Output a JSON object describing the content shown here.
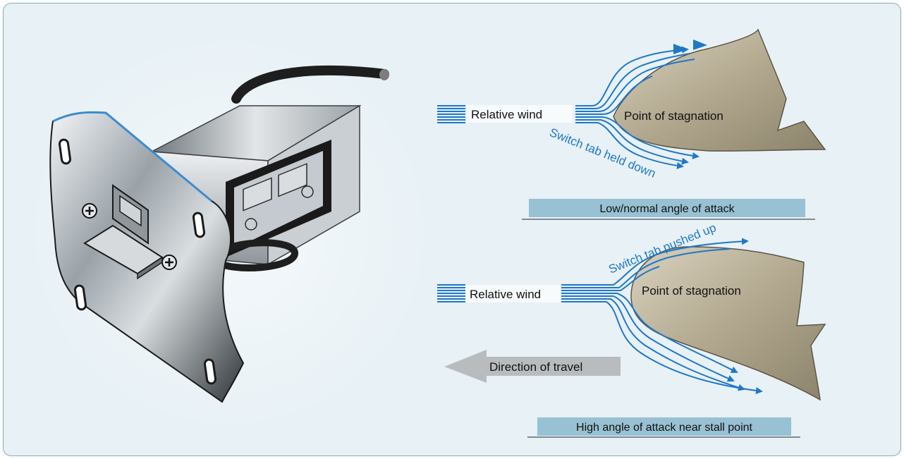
{
  "top_diagram": {
    "relative_wind": "Relative wind",
    "stagnation": "Point of stagnation",
    "switch_label": "Switch tab held down",
    "caption": "Low/normal angle of attack"
  },
  "bottom_diagram": {
    "relative_wind": "Relative wind",
    "stagnation": "Point of stagnation",
    "switch_label": "Switch tab pushed up",
    "caption": "High angle of attack near stall point",
    "direction": "Direction of travel"
  },
  "colors": {
    "frame_bg": "#e8f1f6",
    "airflow_blue": "#1f78c8",
    "caption_bar": "#98c1d3",
    "wing": "#b2a88f",
    "arrow_gray": "#b8bcbf"
  }
}
